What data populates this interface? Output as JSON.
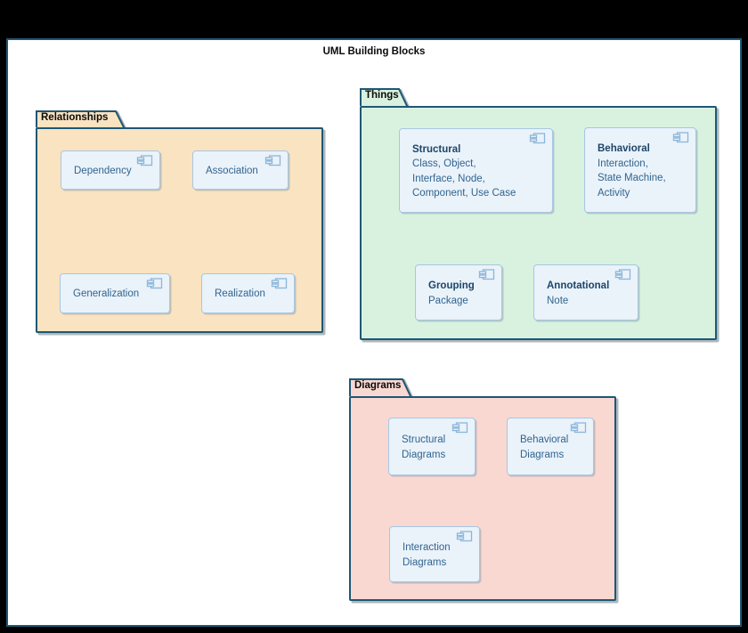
{
  "title": "UML Building Blocks",
  "colors": {
    "relationships_fill": "#fae3c1",
    "things_fill": "#d9f2df",
    "diagrams_fill": "#f9d8d2",
    "component_fill": "#eaf2fa",
    "component_border": "#a6c7e2",
    "package_border": "#1f5775",
    "text_primary": "#31658f",
    "text_heading": "#1c4668"
  },
  "packages": {
    "relationships": {
      "name": "Relationships",
      "items": [
        {
          "label": "Dependency"
        },
        {
          "label": "Association"
        },
        {
          "label": "Generalization"
        },
        {
          "label": "Realization"
        }
      ]
    },
    "things": {
      "name": "Things",
      "items": [
        {
          "title": "Structural",
          "desc": "Class, Object,\nInterface, Node,\nComponent, Use Case"
        },
        {
          "title": "Behavioral",
          "desc": "Interaction,\nState Machine,\nActivity"
        },
        {
          "title": "Grouping",
          "desc": "Package"
        },
        {
          "title": "Annotational",
          "desc": "Note"
        }
      ]
    },
    "diagrams": {
      "name": "Diagrams",
      "items": [
        {
          "label": "Structural\nDiagrams"
        },
        {
          "label": "Behavioral\nDiagrams"
        },
        {
          "label": "Interaction\nDiagrams"
        }
      ]
    }
  }
}
